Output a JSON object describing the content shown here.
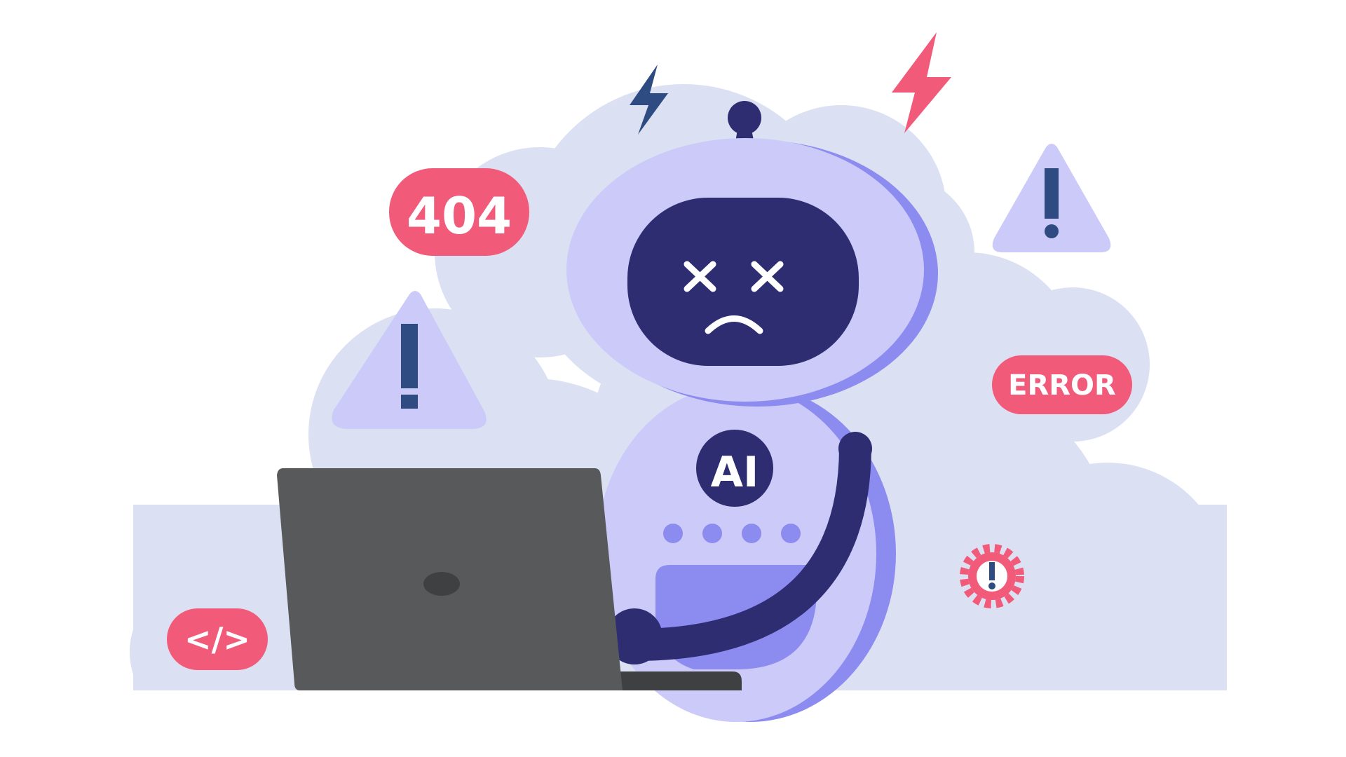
{
  "badges": {
    "not_found_code": "404",
    "error_label": "ERROR",
    "code_symbol": "</>"
  },
  "robot": {
    "chest_label": "AI"
  },
  "icons": {
    "warning": "warning-triangle-icon",
    "lightning": "lightning-bolt-icon",
    "gear": "gear-warning-icon",
    "code": "code-tag-icon"
  },
  "colors": {
    "cloud": "#DCE0F3",
    "robot_body": "#CBCAF9",
    "robot_shadow": "#8C8BF0",
    "robot_dark": "#2E2D72",
    "accent_red": "#F25A7A",
    "warning_fill": "#CBCAF9",
    "warning_mark": "#2F4C82",
    "laptop": "#58595B",
    "laptop_base": "#3F4042"
  }
}
